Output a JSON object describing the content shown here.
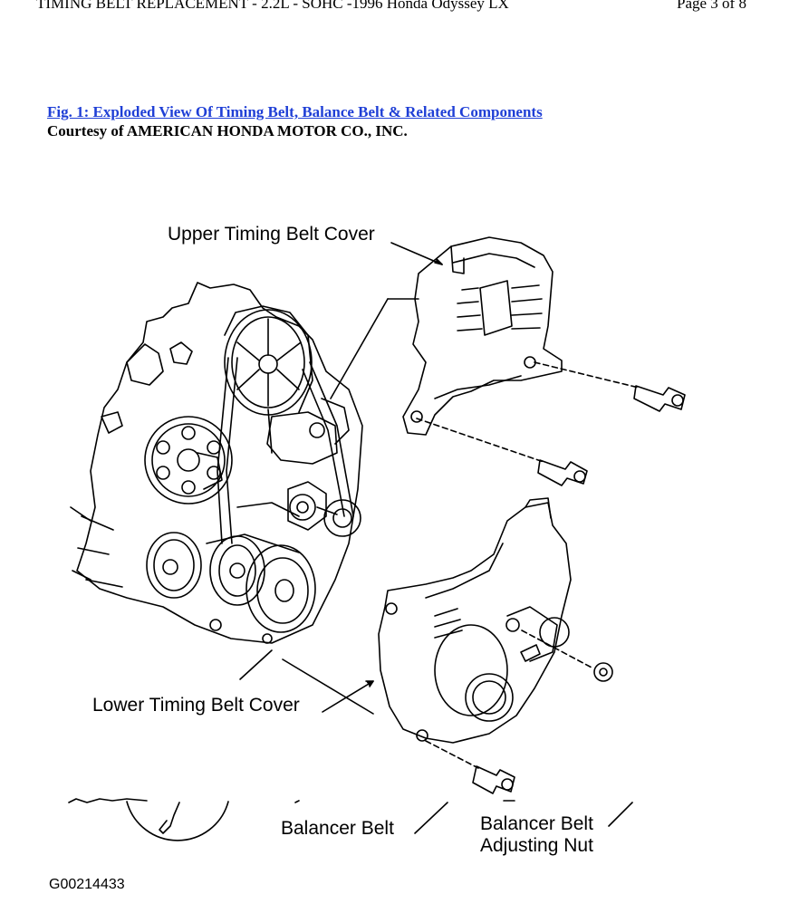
{
  "header": {
    "title": "TIMING BELT REPLACEMENT - 2.2L - SOHC -1996 Honda Odyssey LX",
    "page": "Page 3 of 8"
  },
  "figure": {
    "title": "Fig. 1: Exploded View Of Timing Belt, Balance Belt & Related Components",
    "courtesy": "Courtesy of AMERICAN HONDA MOTOR CO., INC.",
    "labels": {
      "upper_cover": "Upper Timing Belt Cover",
      "lower_cover": "Lower Timing Belt Cover",
      "balancer_belt": "Balancer Belt",
      "balancer_nut_line1": "Balancer Belt",
      "balancer_nut_line2": "Adjusting Nut"
    },
    "id": "G00214433"
  }
}
